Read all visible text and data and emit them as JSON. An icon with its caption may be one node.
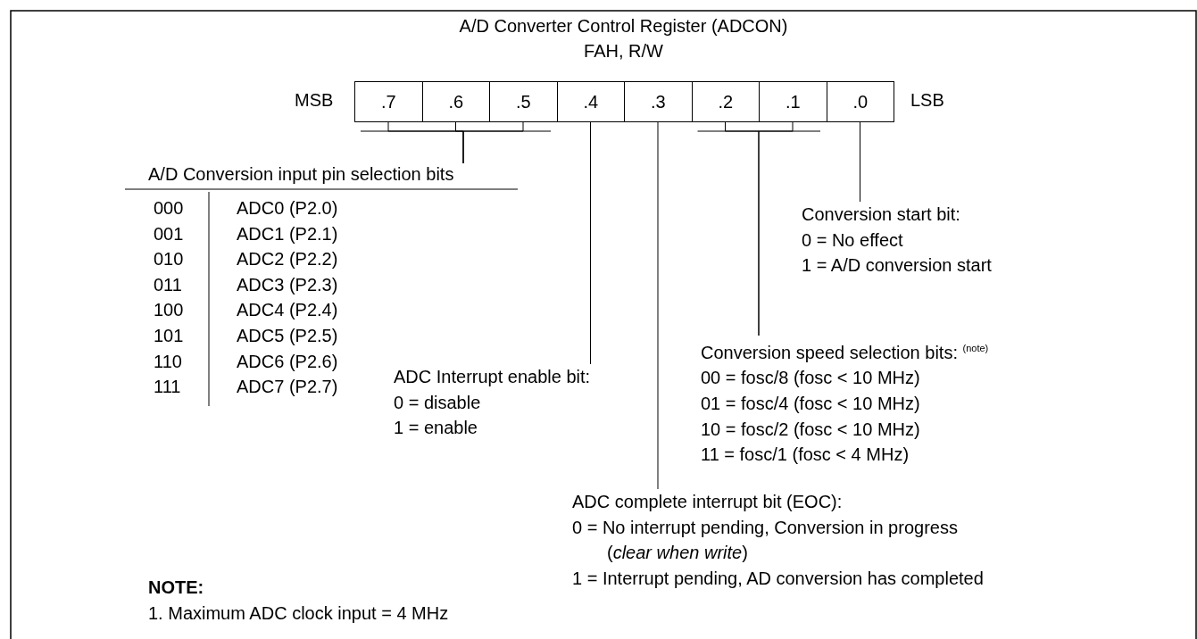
{
  "diagram": {
    "title": "A/D Converter Control Register (ADCON)",
    "nodes": [
      {
        "text": [
          ".7"
        ]
      },
      {
        "text": [
          ".6"
        ]
      },
      {
        "text": [
          ".5"
        ]
      },
      {
        "text": [
          ".4"
        ]
      },
      {
        "text": [
          ".3"
        ]
      },
      {
        "text": [
          ".2"
        ]
      },
      {
        "text": [
          ".1"
        ]
      },
      {
        "text": [
          ".0"
        ]
      },
      {
        "text": [
          "A/D Conversion input pin selection bits"
        ]
      },
      {
        "text": [
          "ADC Interrupt enable bit:",
          "0 = disable",
          "1 = enable"
        ]
      },
      {
        "text": [
          "ADC complete interrupt bit (EOC):",
          "0 = No interrupt pending, Conversion in progress",
          "(*clear when write*)",
          "1 = Interrupt pending, AD conversion has completed"
        ]
      },
      {
        "text": [
          "Conversion speed selection bits: $^{(note)}$",
          "00 = fosc/8 (fosc < 10 MHz)",
          "01 = fosc/4 (fosc < 10 MHz)",
          "10 = fosc/2 (fosc < 10 MHz)",
          "11 = fosc/1 (fosc < 4 MHz)"
        ]
      },
      {
        "text": [
          "Conversion start bit:",
          "0 = No effect",
          "1 = A/D conversion start"
        ]
      }
    ],
    "edges": [
      {
        "from": 0,
        "to": 8,
        "arrow": "none"
      },
      {
        "from": 1,
        "to": 8,
        "arrow": "none"
      },
      {
        "from": 2,
        "to": 8,
        "arrow": "none"
      },
      {
        "from": 3,
        "to": 9,
        "arrow": "none"
      },
      {
        "from": 4,
        "to": 10,
        "arrow": "none"
      },
      {
        "from": 5,
        "to": 11,
        "arrow": "none"
      },
      {
        "from": 6,
        "to": 11,
        "arrow": "none"
      },
      {
        "from": 7,
        "to": 12,
        "arrow": "none"
      }
    ],
    "labels": [
      "FAH, R/W",
      "MSB",
      "LSB",
      "000",
      "ADC0 (P2.0)",
      "001",
      "ADC1 (P2.1)",
      "010",
      "ADC2 (P2.2)",
      "011",
      "ADC3 (P2.3)",
      "100",
      "ADC4 (P2.4)",
      "101",
      "ADC5 (P2.5)",
      "110",
      "ADC6 (P2.6)",
      "111",
      "ADC7 (P2.7)",
      "NOTE:",
      "1. Maximum ADC clock input = 4 MHz"
    ]
  }
}
